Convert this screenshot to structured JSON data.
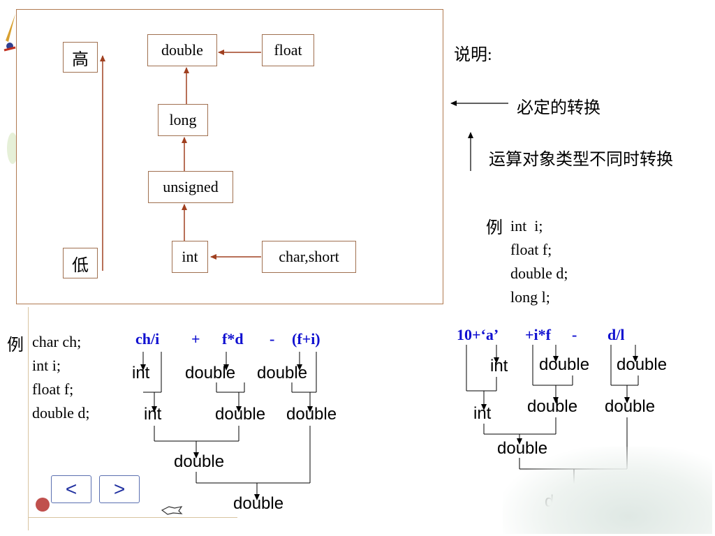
{
  "hierarchy": {
    "high": "高",
    "low": "低",
    "types": {
      "double": "double",
      "float": "float",
      "long": "long",
      "unsigned": "unsigned",
      "int": "int",
      "char_short": "char,short"
    }
  },
  "legend": {
    "title": "说明:",
    "mandatory": "必定的转换",
    "operand": "运算对象类型不同时转换"
  },
  "example_right": {
    "prefix": "例",
    "decls": [
      "int  i;",
      "float f;",
      "double d;",
      "long l;"
    ],
    "expr": {
      "t1": "10+‘a’",
      "t2": "+i*f",
      "t3": "-",
      "t4": "d/l"
    },
    "labels": {
      "int_a": "int",
      "double_b": "double",
      "double_c": "double",
      "int_d": "int",
      "double_e": "double",
      "double_f": "double",
      "double_g": "double",
      "double_h": "double"
    }
  },
  "example_left": {
    "prefix": "例",
    "decls": [
      "char ch;",
      "int i;",
      "float f;",
      "double d;"
    ],
    "expr": {
      "t1": "ch/i",
      "t2": "+",
      "t3": "f*d",
      "t4": "-",
      "t5": "(f+i)"
    },
    "labels": {
      "int_a": "int",
      "double_b": "double",
      "double_c": "double",
      "int_d": "int",
      "double_e": "double",
      "double_f": "double",
      "double_g": "double",
      "double_h": "double"
    }
  },
  "nav": {
    "prev": "<",
    "next": ">"
  },
  "icons": {
    "accent": "#b04020",
    "nav_border": "#5a6fb0",
    "blue_text": "#1010d0"
  }
}
